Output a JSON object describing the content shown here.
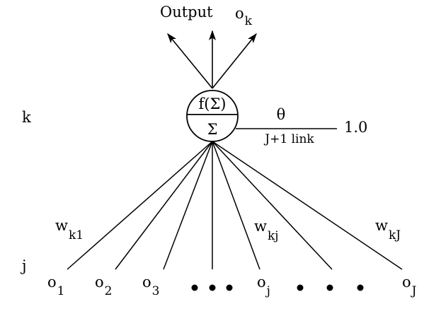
{
  "output": {
    "label": "Output",
    "var": "o",
    "sub": "k"
  },
  "node": {
    "activation": "f(Σ)",
    "sum": "Σ"
  },
  "layers": {
    "upper": "k",
    "lower": "j"
  },
  "bias": {
    "weight": "θ",
    "link": "J+1 link",
    "value": "1.0"
  },
  "weights": [
    {
      "var": "w",
      "sub": "k1"
    },
    {
      "var": "w",
      "sub": "kj"
    },
    {
      "var": "w",
      "sub": "kJ"
    }
  ],
  "inputs": [
    {
      "var": "o",
      "sub": "1"
    },
    {
      "var": "o",
      "sub": "2"
    },
    {
      "var": "o",
      "sub": "3"
    },
    {
      "var": "o",
      "sub": "j"
    },
    {
      "var": "o",
      "sub": "J"
    }
  ]
}
